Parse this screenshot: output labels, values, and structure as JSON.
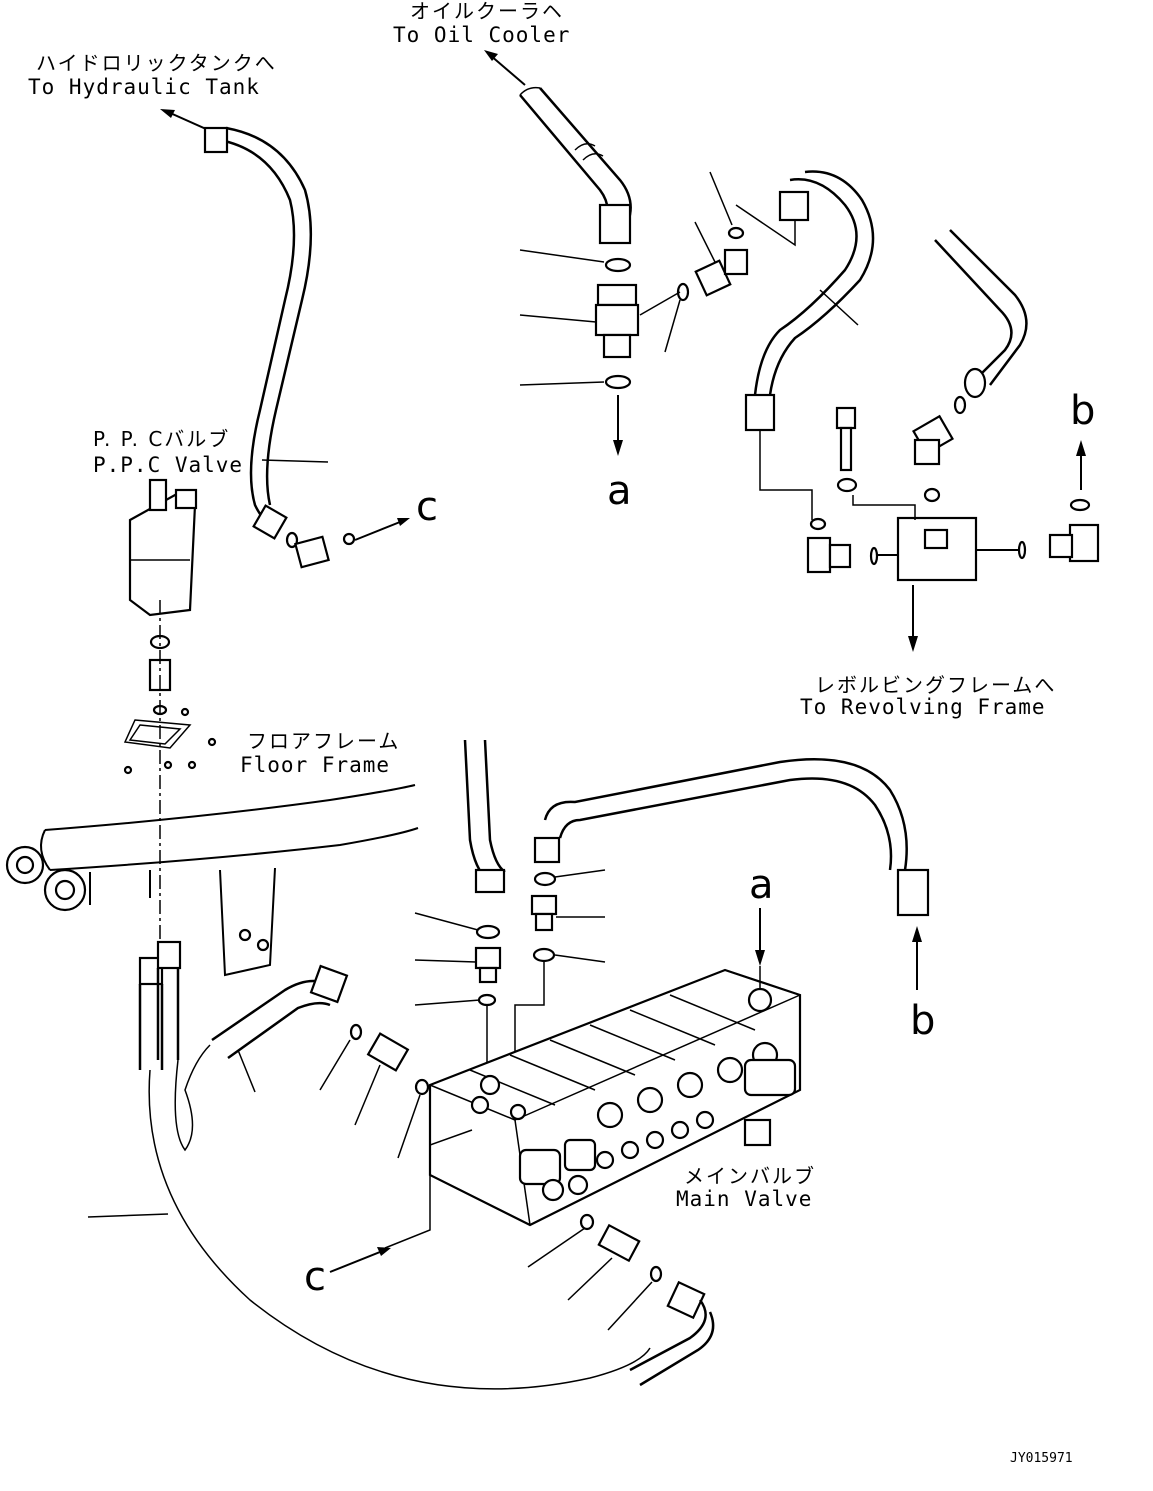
{
  "labels": {
    "oil_cooler_jp": "オイルクーラヘ",
    "oil_cooler_en": "To Oil Cooler",
    "hydraulic_tank_jp": "ハイドロリックタンクへ",
    "hydraulic_tank_en": "To Hydraulic Tank",
    "ppc_valve_jp": "P. P. Cバルブ",
    "ppc_valve_en": "P.P.C Valve",
    "revolving_frame_jp": "レボルビングフレームへ",
    "revolving_frame_en": "To Revolving Frame",
    "floor_frame_jp": "フロアフレーム",
    "floor_frame_en": "Floor Frame",
    "main_valve_jp": "メインバルブ",
    "main_valve_en": "Main Valve"
  },
  "callouts": {
    "a_top": "a",
    "b_top": "b",
    "c_top": "c",
    "a_bottom": "a",
    "b_bottom": "b",
    "c_bottom": "c"
  },
  "drawing_code": "JY015971"
}
